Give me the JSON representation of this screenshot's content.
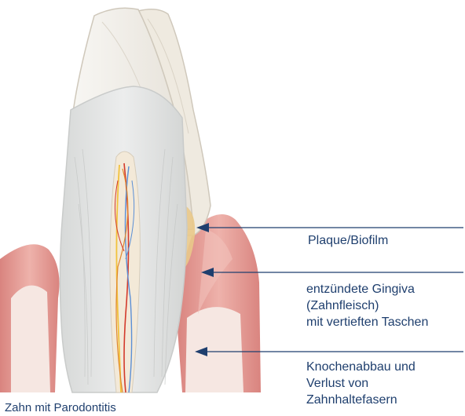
{
  "annotations": [
    {
      "id": "plaque",
      "lines": [
        "Plaque/Biofilm"
      ]
    },
    {
      "id": "gingiva",
      "lines": [
        "entzündete Gingiva",
        "(Zahnfleisch)",
        "mit vertieften Taschen"
      ]
    },
    {
      "id": "bone",
      "lines": [
        "Knochenabbau und",
        "Verlust von",
        "Zahnhaltefasern"
      ]
    }
  ],
  "caption": "Zahn mit Parodontitis",
  "colors": {
    "label_text": "#1f3f6e",
    "arrow": "#1f3f6e",
    "enamel": "#f3f1ec",
    "dentin": "#dfe0df",
    "gum": "#e9a49f",
    "bone": "#f6e7e2",
    "plaque": "#e9c98a",
    "nerve_yellow": "#f2c23c",
    "vessel_red": "#d33a2c",
    "vessel_blue": "#5b8fd6"
  }
}
